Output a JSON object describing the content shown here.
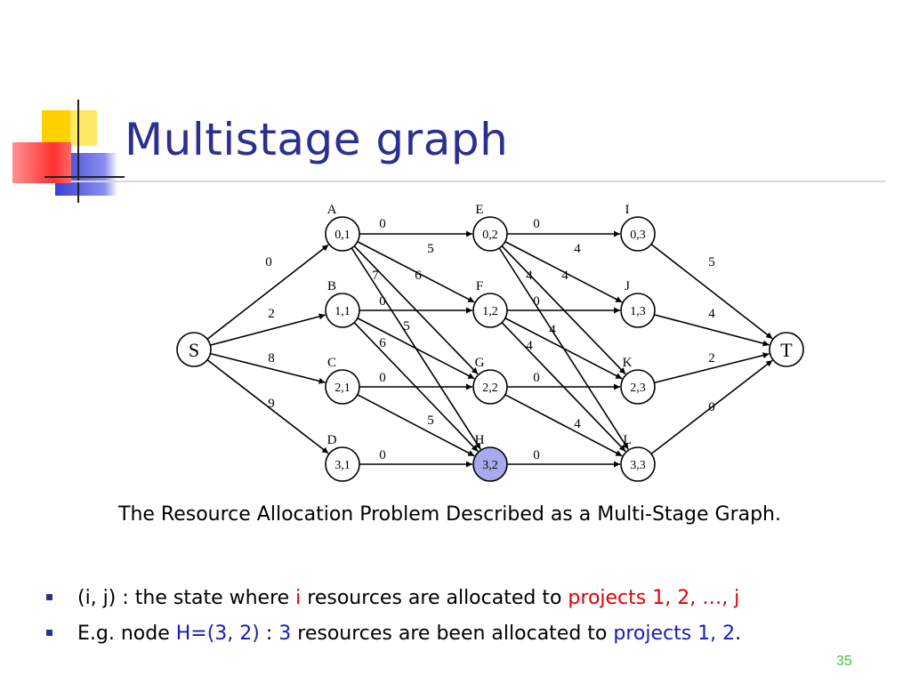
{
  "title": "Multistage graph",
  "caption": "The Resource Allocation Problem Described as a Multi-Stage Graph.",
  "bullets": [
    {
      "parts": [
        {
          "text": "(i, j) : the state where ",
          "color": "black"
        },
        {
          "text": "i",
          "color": "red"
        },
        {
          "text": " resources are allocated to ",
          "color": "black"
        },
        {
          "text": "projects 1, 2, …, j",
          "color": "red"
        }
      ]
    },
    {
      "parts": [
        {
          "text": "E.g.  node ",
          "color": "black"
        },
        {
          "text": "H=(3, 2)",
          "color": "blue"
        },
        {
          "text": " : ",
          "color": "black"
        },
        {
          "text": "3",
          "color": "blue"
        },
        {
          "text": " resources are been allocated to ",
          "color": "black"
        },
        {
          "text": "projects 1, 2",
          "color": "blue"
        },
        {
          "text": ".",
          "color": "black"
        }
      ]
    }
  ],
  "page_number": "35",
  "graph": {
    "highlight_color": "#a9a9ee",
    "nodes": [
      {
        "id": "S",
        "name": "S",
        "label": "",
        "big": true
      },
      {
        "id": "A",
        "name": "A",
        "label": "0,1"
      },
      {
        "id": "B",
        "name": "B",
        "label": "1,1"
      },
      {
        "id": "C",
        "name": "C",
        "label": "2,1"
      },
      {
        "id": "D",
        "name": "D",
        "label": "3,1"
      },
      {
        "id": "E",
        "name": "E",
        "label": "0,2"
      },
      {
        "id": "F",
        "name": "F",
        "label": "1,2"
      },
      {
        "id": "G",
        "name": "G",
        "label": "2,2"
      },
      {
        "id": "H",
        "name": "H",
        "label": "3,2",
        "highlight": true
      },
      {
        "id": "I",
        "name": "I",
        "label": "0,3"
      },
      {
        "id": "J",
        "name": "J",
        "label": "1,3"
      },
      {
        "id": "K",
        "name": "K",
        "label": "2,3"
      },
      {
        "id": "L",
        "name": "L",
        "label": "3,3"
      },
      {
        "id": "T",
        "name": "T",
        "label": "",
        "big": true
      }
    ],
    "edges": [
      {
        "from": "S",
        "to": "A",
        "weight": "0"
      },
      {
        "from": "S",
        "to": "B",
        "weight": "2"
      },
      {
        "from": "S",
        "to": "C",
        "weight": "8"
      },
      {
        "from": "S",
        "to": "D",
        "weight": "9"
      },
      {
        "from": "A",
        "to": "E",
        "weight": "0"
      },
      {
        "from": "A",
        "to": "F",
        "weight": "5"
      },
      {
        "from": "A",
        "to": "G",
        "weight": "6"
      },
      {
        "from": "A",
        "to": "H",
        "weight": "7"
      },
      {
        "from": "B",
        "to": "F",
        "weight": "0"
      },
      {
        "from": "B",
        "to": "G",
        "weight": "5"
      },
      {
        "from": "B",
        "to": "H",
        "weight": "6"
      },
      {
        "from": "C",
        "to": "G",
        "weight": "0"
      },
      {
        "from": "C",
        "to": "H",
        "weight": "5"
      },
      {
        "from": "D",
        "to": "H",
        "weight": "0"
      },
      {
        "from": "E",
        "to": "I",
        "weight": "0"
      },
      {
        "from": "E",
        "to": "J",
        "weight": "4"
      },
      {
        "from": "E",
        "to": "K",
        "weight": "4"
      },
      {
        "from": "E",
        "to": "L",
        "weight": "4"
      },
      {
        "from": "F",
        "to": "J",
        "weight": "0"
      },
      {
        "from": "F",
        "to": "K",
        "weight": "4"
      },
      {
        "from": "F",
        "to": "L",
        "weight": "4"
      },
      {
        "from": "G",
        "to": "K",
        "weight": "0"
      },
      {
        "from": "G",
        "to": "L",
        "weight": "4"
      },
      {
        "from": "H",
        "to": "L",
        "weight": "0"
      },
      {
        "from": "I",
        "to": "T",
        "weight": "5"
      },
      {
        "from": "J",
        "to": "T",
        "weight": "4"
      },
      {
        "from": "K",
        "to": "T",
        "weight": "2"
      },
      {
        "from": "L",
        "to": "T",
        "weight": "0"
      }
    ]
  }
}
